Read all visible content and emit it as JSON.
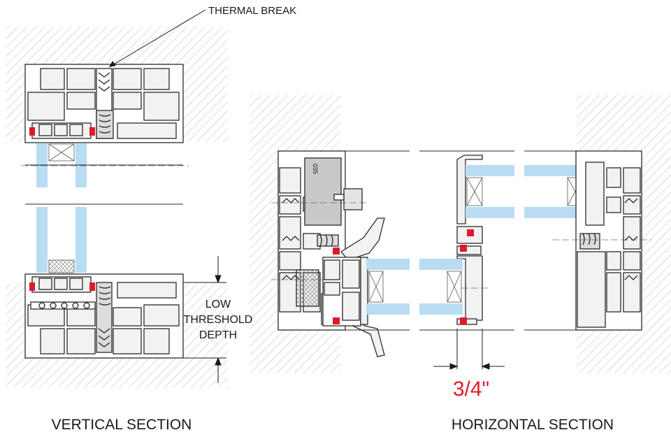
{
  "labels": {
    "thermal_break": "THERMAL BREAK",
    "low_threshold_1": "LOW",
    "low_threshold_2": "THRESHOLD",
    "low_threshold_3": "DEPTH",
    "dimension": "3/4\"",
    "vertical_section": "VERTICAL SECTION",
    "horizontal_section": "HORIZONTAL SECTION",
    "hardware_mark": "035"
  },
  "colors": {
    "line": "#2a2a2a",
    "profile_fill": "#f2f2f2",
    "glass": "#b9dcf2",
    "gasket": "#e0192a",
    "hatch": "#bdbdbd",
    "dimension_text": "#e0192a",
    "hardware": "#c9c9c9"
  }
}
